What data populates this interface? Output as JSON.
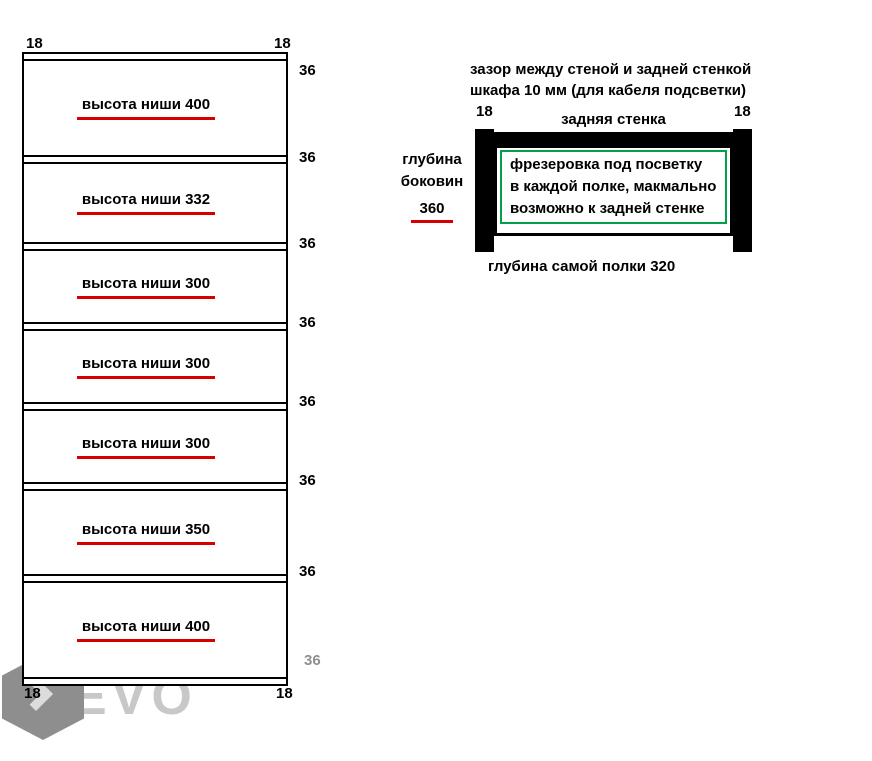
{
  "cabinet": {
    "side_thickness": "18",
    "panel_thickness": "36",
    "niches": [
      {
        "label": "высота ниши 400",
        "mm": 400
      },
      {
        "label": "высота ниши 332",
        "mm": 332
      },
      {
        "label": "высота ниши 300",
        "mm": 300
      },
      {
        "label": "высота ниши 300",
        "mm": 300
      },
      {
        "label": "высота ниши 300",
        "mm": 300
      },
      {
        "label": "высота ниши 350",
        "mm": 350
      },
      {
        "label": "высота ниши 400",
        "mm": 400
      }
    ]
  },
  "shelf_diagram": {
    "note_line1": "зазор между стеной и задней стенкой",
    "note_line2": "шкафа 10 мм (для кабеля подсветки)",
    "left_panel_thickness": "18",
    "right_panel_thickness": "18",
    "back_panel_label": "задняя стенка",
    "milling_line1": "фрезеровка под посветку",
    "milling_line2": "в каждой полке, макмально",
    "milling_line3": "возможно к задней стенке",
    "side_depth_line1": "глубина",
    "side_depth_line2": "боковин",
    "side_depth_value": "360",
    "shelf_depth_label": "глубина самой полки 320"
  },
  "watermark": {
    "text": "EVO"
  },
  "colors": {
    "line_black": "#000000",
    "underline_red": "#d60000",
    "milling_green": "#00a14a",
    "watermark_grey": "#8e8e8e"
  }
}
